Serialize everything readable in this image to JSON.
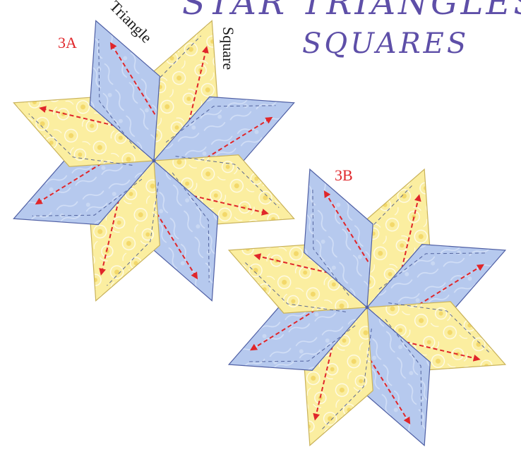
{
  "title": {
    "line1": "STAR TRIANGLES &",
    "line2": "SQUARES"
  },
  "labels": {
    "star_a": "3A",
    "star_b": "3B",
    "triangle": "Triangle",
    "square": "Square"
  },
  "colors": {
    "blue_fabric": "#b6c9ee",
    "blue_outline": "#4f5fa4",
    "yellow_fabric": "#fbeea0",
    "yellow_outline": "#c9b25a",
    "arrow": "#e0262a",
    "stitch_line": "#3a4a8a",
    "title": "#5e4fa8"
  },
  "icons": {
    "arrow": "red-dashed-arrow-icon",
    "stitch": "dashed-stitch-line-icon"
  }
}
